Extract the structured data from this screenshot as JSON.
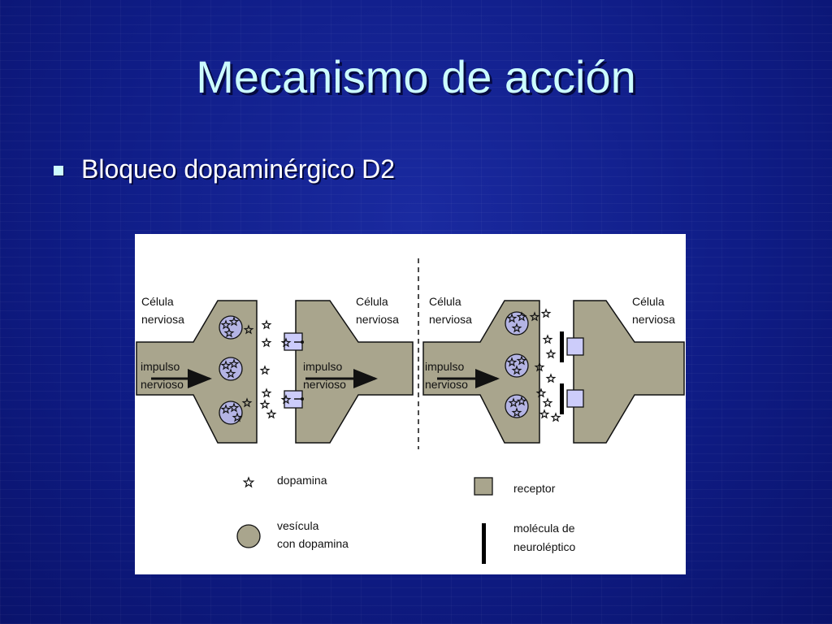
{
  "slide": {
    "title": "Mecanismo de acción",
    "bullet": "Bloqueo dopaminérgico D2"
  },
  "diagram": {
    "left_panel": {
      "pre_cell_label": [
        "Célula",
        "nerviosa"
      ],
      "post_cell_label": [
        "Célula",
        "nerviosa"
      ],
      "pre_impulse_label": [
        "impulso",
        "nervioso"
      ],
      "post_impulse_label": [
        "impulso",
        "nervioso"
      ]
    },
    "right_panel": {
      "pre_cell_label": [
        "Célula",
        "nerviosa"
      ],
      "post_cell_label": [
        "Célula",
        "nerviosa"
      ],
      "pre_impulse_label": [
        "impulso",
        "nervioso"
      ]
    },
    "legend": {
      "dopamine": "dopamina",
      "vesicle": [
        "vesícula",
        "con dopamina"
      ],
      "receptor": "receptor",
      "neuroleptic": [
        "molécula de",
        "neuroléptico"
      ]
    },
    "colors": {
      "cell": "#a9a58d",
      "vesicle": "#b4b4e4",
      "receptor": "#ccccfa",
      "ink": "#111111"
    }
  }
}
